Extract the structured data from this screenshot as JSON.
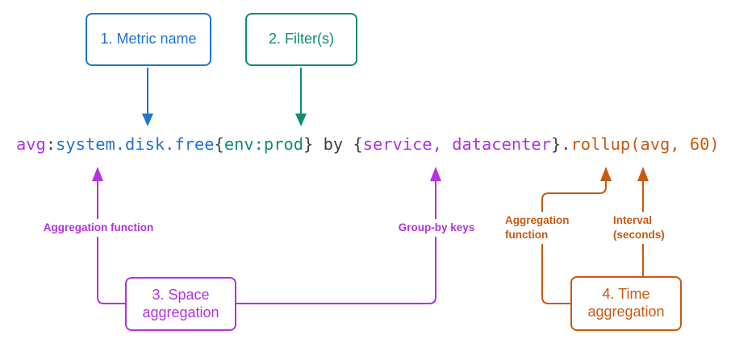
{
  "colors": {
    "blue": "#1f73d2",
    "teal": "#0e8c74",
    "purple": "#b232e2",
    "orange": "#c75a14",
    "gray": "#3f3f3f",
    "background": "#ffffff"
  },
  "boxes": {
    "metric_name": "1. Metric name",
    "filters": "2. Filter(s)",
    "space_aggregation": [
      "3. Space",
      "aggregation"
    ],
    "time_aggregation": [
      "4. Time",
      "aggregation"
    ]
  },
  "labels": {
    "space_agg_function": "Aggregation function",
    "group_by_keys": "Group-by keys",
    "time_agg_function": [
      "Aggregation",
      "function"
    ],
    "interval": [
      "Interval",
      "(seconds)"
    ]
  },
  "query": {
    "full_text": "avg:system.disk.free{env:prod} by {service, datacenter}.rollup(avg, 60)",
    "segments": [
      {
        "text": "avg",
        "role": "space-aggregator",
        "color": "purple"
      },
      {
        "text": ":",
        "role": "separator",
        "color": "gray"
      },
      {
        "text": "system.disk.free",
        "role": "metric-name",
        "color": "blue"
      },
      {
        "text": "{",
        "role": "brace",
        "color": "gray"
      },
      {
        "text": "env:prod",
        "role": "filter",
        "color": "teal"
      },
      {
        "text": "}",
        "role": "brace",
        "color": "gray"
      },
      {
        "text": " by ",
        "role": "keyword",
        "color": "gray"
      },
      {
        "text": "{",
        "role": "brace",
        "color": "gray"
      },
      {
        "text": "service, datacenter",
        "role": "group-by-keys",
        "color": "purple"
      },
      {
        "text": "}",
        "role": "brace",
        "color": "gray"
      },
      {
        "text": ".",
        "role": "separator",
        "color": "gray"
      },
      {
        "text": "rollup(avg, 60)",
        "role": "time-aggregation",
        "color": "orange"
      }
    ]
  }
}
